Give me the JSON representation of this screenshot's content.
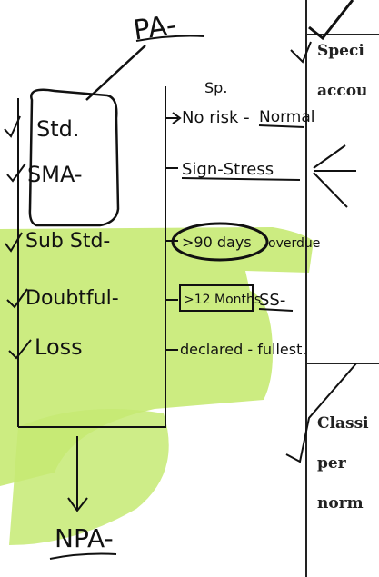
{
  "notes": {
    "top_label": "PA-",
    "left_column": {
      "std": "Std.",
      "sma": "SMA-",
      "substd": "Sub Std-",
      "doubtful": "Doubtful-",
      "loss": "Loss"
    },
    "right_column": {
      "sp": "Sp.",
      "no_risk": "No risk -",
      "normal": "Normal",
      "sign_stress": "Sign-Stress",
      "ninety_days": ">90 days",
      "overdue": "overdue",
      "twelve_months": ">12 Months",
      "ss": "SS-",
      "declared": "declared - fullest."
    },
    "bottom_label": "NPA-"
  },
  "printed_text": {
    "special": "Speci",
    "accounts": "accou",
    "classification": "Classi",
    "per": "per",
    "norms": "norm"
  },
  "colors": {
    "highlight": "#c6ea73",
    "ink": "#111111",
    "table_line": "#222222"
  }
}
